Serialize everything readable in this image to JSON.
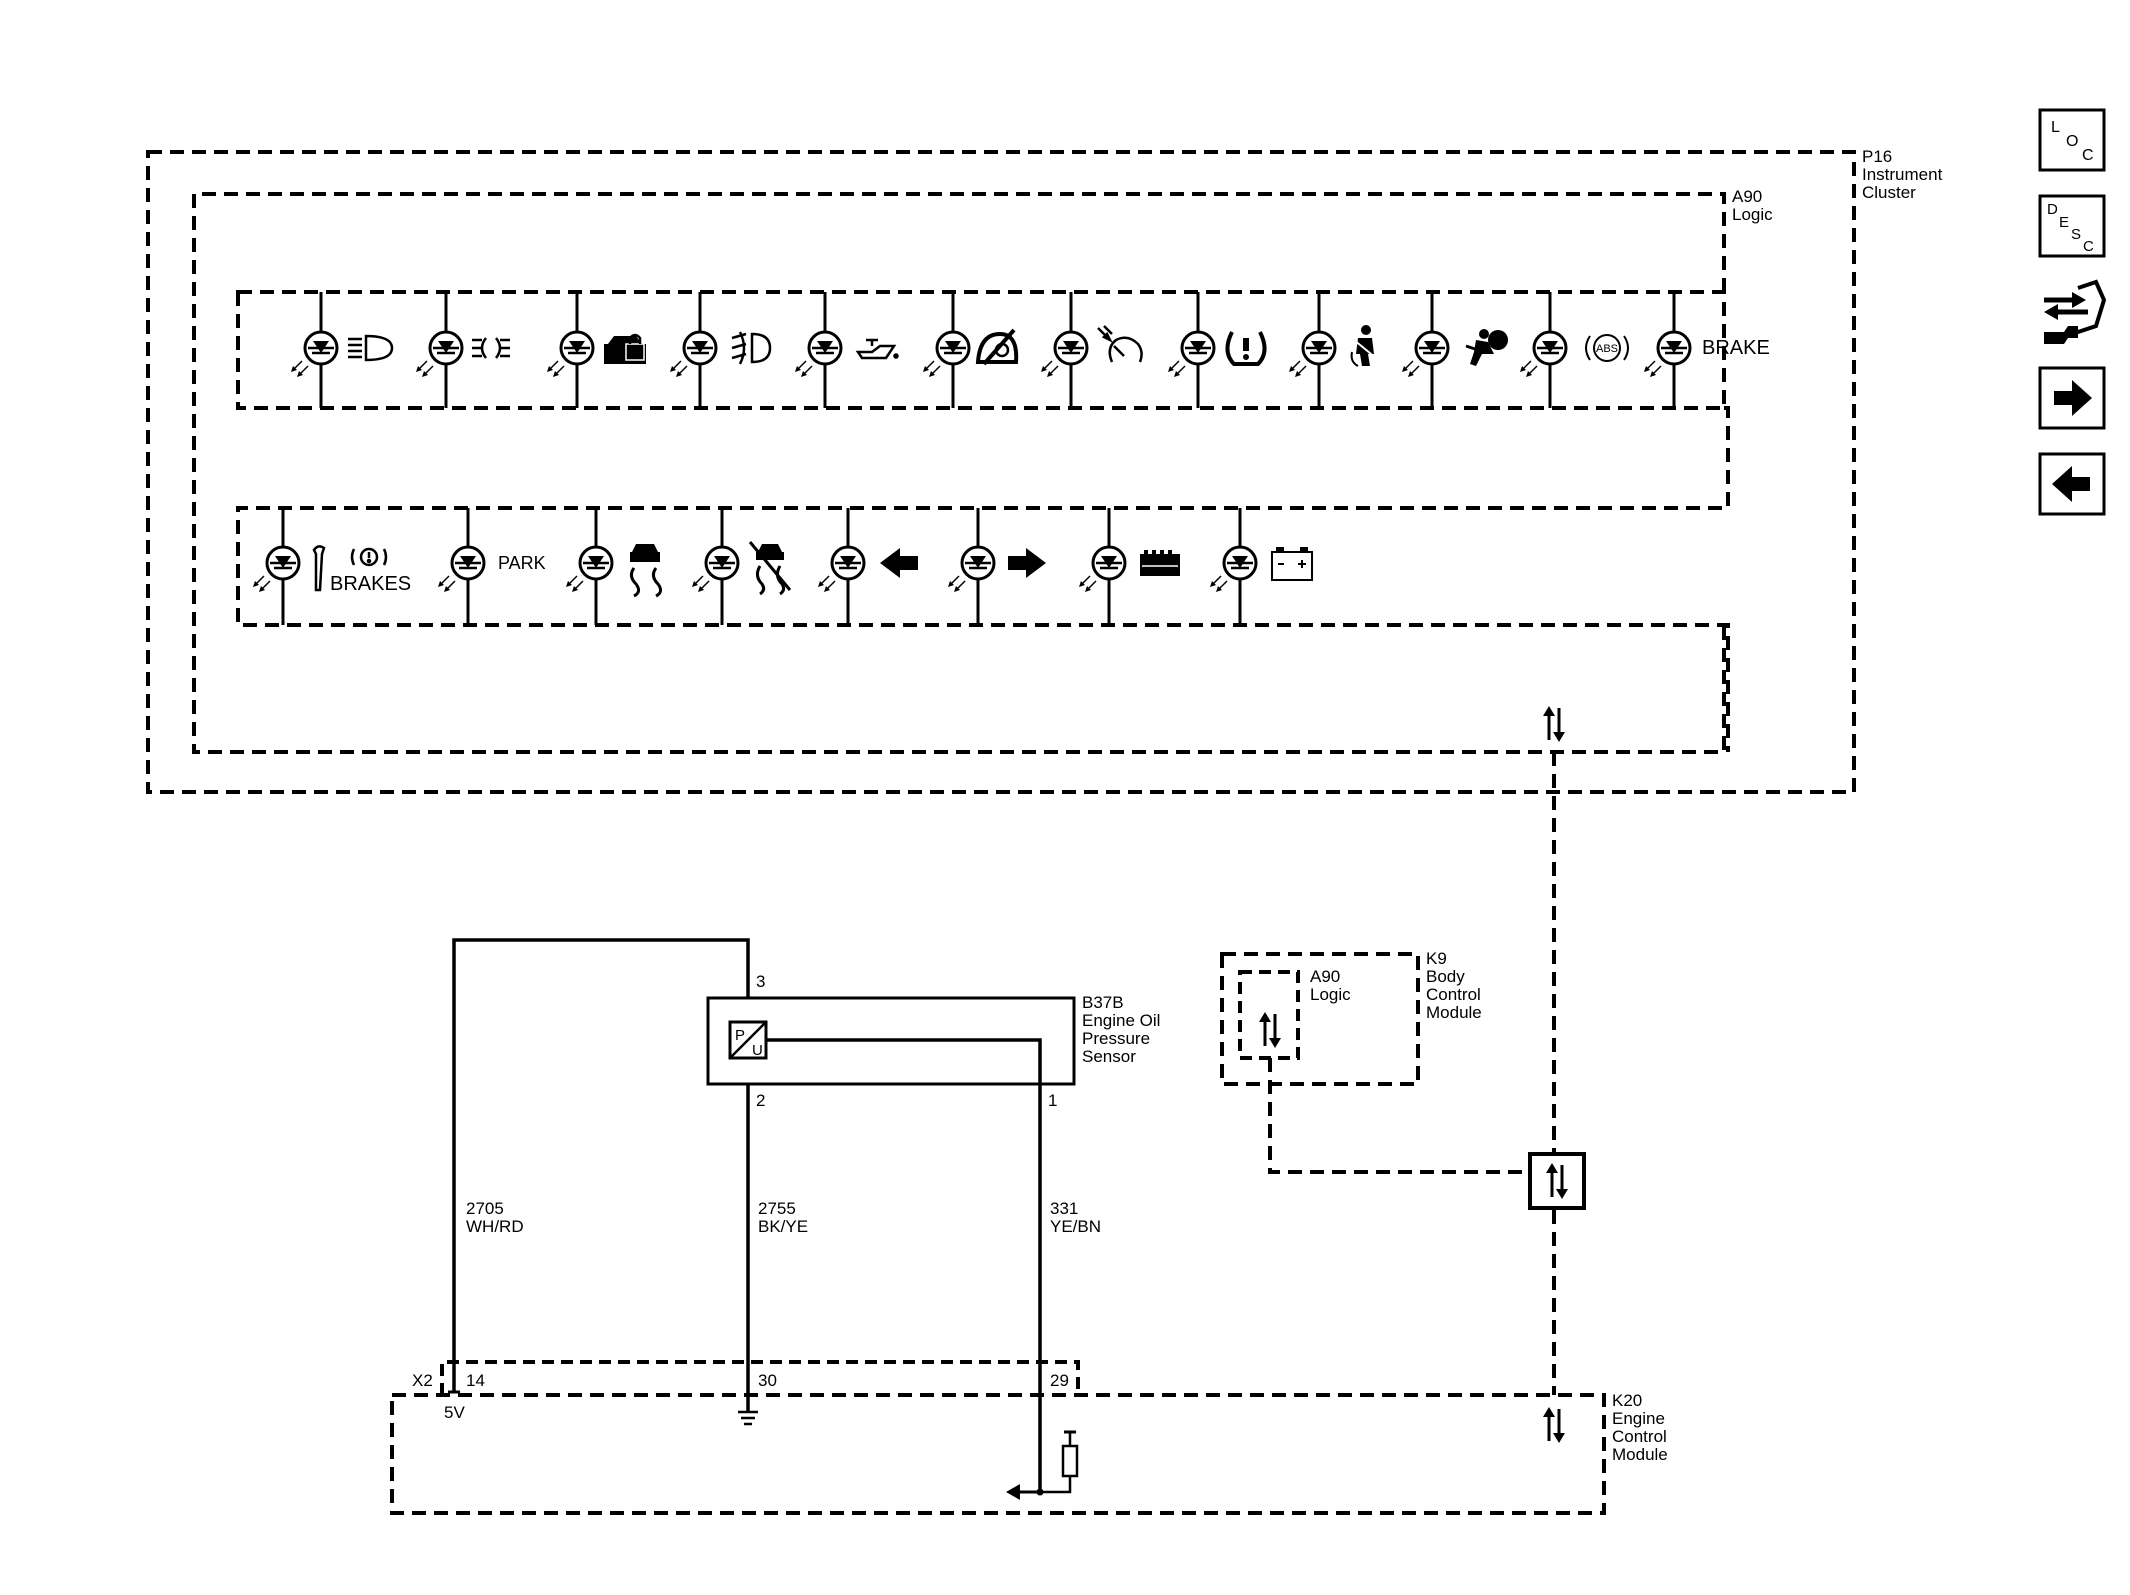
{
  "colors": {
    "line": "#000000",
    "background": "#ffffff"
  },
  "nav": {
    "loc": [
      "L",
      "O",
      "C"
    ],
    "desc": [
      "D",
      "E",
      "S",
      "C"
    ],
    "icons": [
      "loc-icon",
      "desc-icon",
      "connector-list-icon",
      "next-arrow-icon",
      "previous-arrow-icon"
    ]
  },
  "p16": {
    "id": "P16",
    "line1": "Instrument",
    "line2": "Cluster"
  },
  "a90_cluster": {
    "id": "A90",
    "name": "Logic"
  },
  "row1": [
    {
      "icon": "low-beam-headlamp-icon"
    },
    {
      "icon": "parking-lamp-icon"
    },
    {
      "icon": "security-lock-icon"
    },
    {
      "icon": "front-fog-lamp-icon"
    },
    {
      "icon": "oil-pressure-icon"
    },
    {
      "icon": "service-vehicle-icon"
    },
    {
      "icon": "cruise-control-icon"
    },
    {
      "icon": "tire-pressure-icon"
    },
    {
      "icon": "seat-belt-icon"
    },
    {
      "icon": "airbag-icon"
    },
    {
      "icon": "abs-icon",
      "text": "ABS"
    },
    {
      "icon": "brake-text",
      "text": "BRAKE"
    }
  ],
  "row2": [
    {
      "icon": "electric-park-brake-service-icon",
      "text": "BRAKES"
    },
    {
      "icon": "park-text",
      "text": "PARK"
    },
    {
      "icon": "traction-control-icon"
    },
    {
      "icon": "traction-off-icon"
    },
    {
      "icon": "left-turn-arrow-icon"
    },
    {
      "icon": "right-turn-arrow-icon"
    },
    {
      "icon": "engine-coolant-icon"
    },
    {
      "icon": "battery-icon"
    }
  ],
  "sensor": {
    "id": "B37B",
    "line1": "Engine Oil",
    "line2": "Pressure",
    "line3": "Sensor",
    "pin_top": "3",
    "pin_left": "2",
    "pin_right": "1",
    "p_label": "P",
    "u_label": "U"
  },
  "k9": {
    "id": "K9",
    "line1": "Body",
    "line2": "Control",
    "line3": "Module",
    "logic_id": "A90",
    "logic_name": "Logic"
  },
  "wires": [
    {
      "circuit": "2705",
      "color": "WH/RD"
    },
    {
      "circuit": "2755",
      "color": "BK/YE"
    },
    {
      "circuit": "331",
      "color": "YE/BN"
    }
  ],
  "k20": {
    "id": "K20",
    "line1": "Engine",
    "line2": "Control",
    "line3": "Module",
    "connector": "X2",
    "pin_a": "14",
    "pin_b": "30",
    "pin_c": "29",
    "voltage": "5V"
  }
}
